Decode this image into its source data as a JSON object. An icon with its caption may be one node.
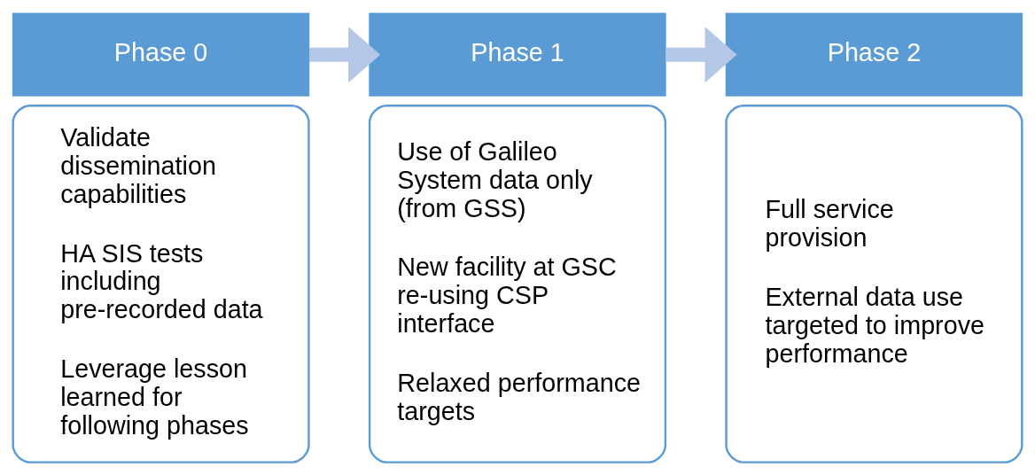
{
  "diagram": {
    "nodes": [
      {
        "text": [
          "Phase 0"
        ]
      },
      {
        "text": [
          "Validate dissemination capabilities",
          "HA SIS tests including pre-recorded data",
          "Leverage lesson learned for following phases"
        ]
      },
      {
        "text": [
          "Phase 1"
        ]
      },
      {
        "text": [
          "Use of Galileo System data only (from GSS)",
          "New facility at GSC re-using CSP interface",
          "Relaxed performance targets"
        ]
      },
      {
        "text": [
          "Phase 2"
        ]
      },
      {
        "text": [
          "Full service provision",
          "External data use targeted to improve performance"
        ]
      }
    ],
    "edges": [
      {
        "from": 0,
        "to": 2,
        "arrow": "to"
      },
      {
        "from": 2,
        "to": 4,
        "arrow": "to"
      }
    ]
  }
}
